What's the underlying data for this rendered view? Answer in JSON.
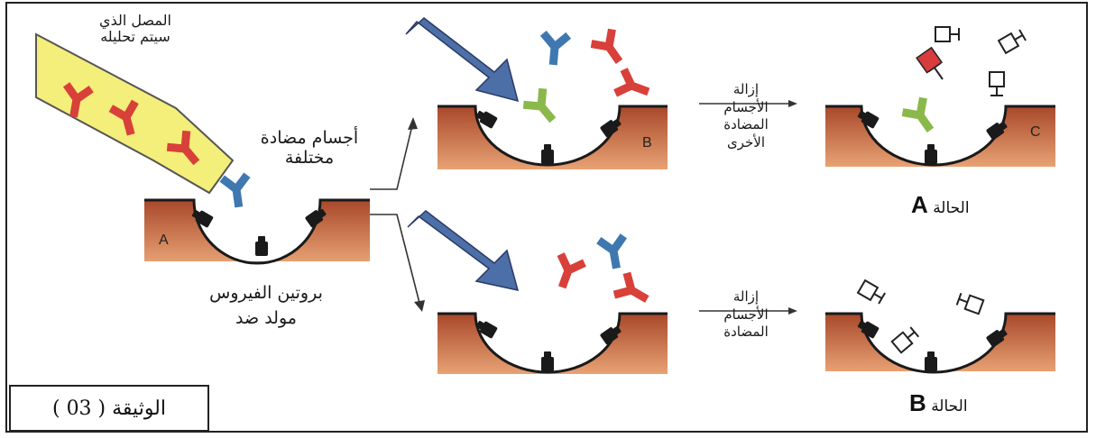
{
  "labels": {
    "serum": "المصل الذي\nسيتم تحليله",
    "antibodies": "أجسام مضادة\nمختلفة",
    "virus_protein": "بروتين الفيروس\nمولد ضد",
    "removal_top": "إزالة\nالأجسام\nالمضادة\nالأخرى",
    "removal_bottom": "إزالة\nالأجسام\nالمضادة",
    "case_word": "الحالة",
    "case_a": "A",
    "case_b": "B",
    "document": "الوثيقة ( 03 )"
  },
  "wells": {
    "left": "A",
    "top_middle": "B",
    "top_right": "C"
  },
  "colors": {
    "well_fill": "#c8734a",
    "red_antibody": "#d8403a",
    "blue_antibody": "#3f78b0",
    "green_antibody": "#8ab84a",
    "arrow_blue": "#4d6fa8",
    "serum_yellow": "#f4ee7a",
    "enzyme_red": "#d83c3c"
  }
}
